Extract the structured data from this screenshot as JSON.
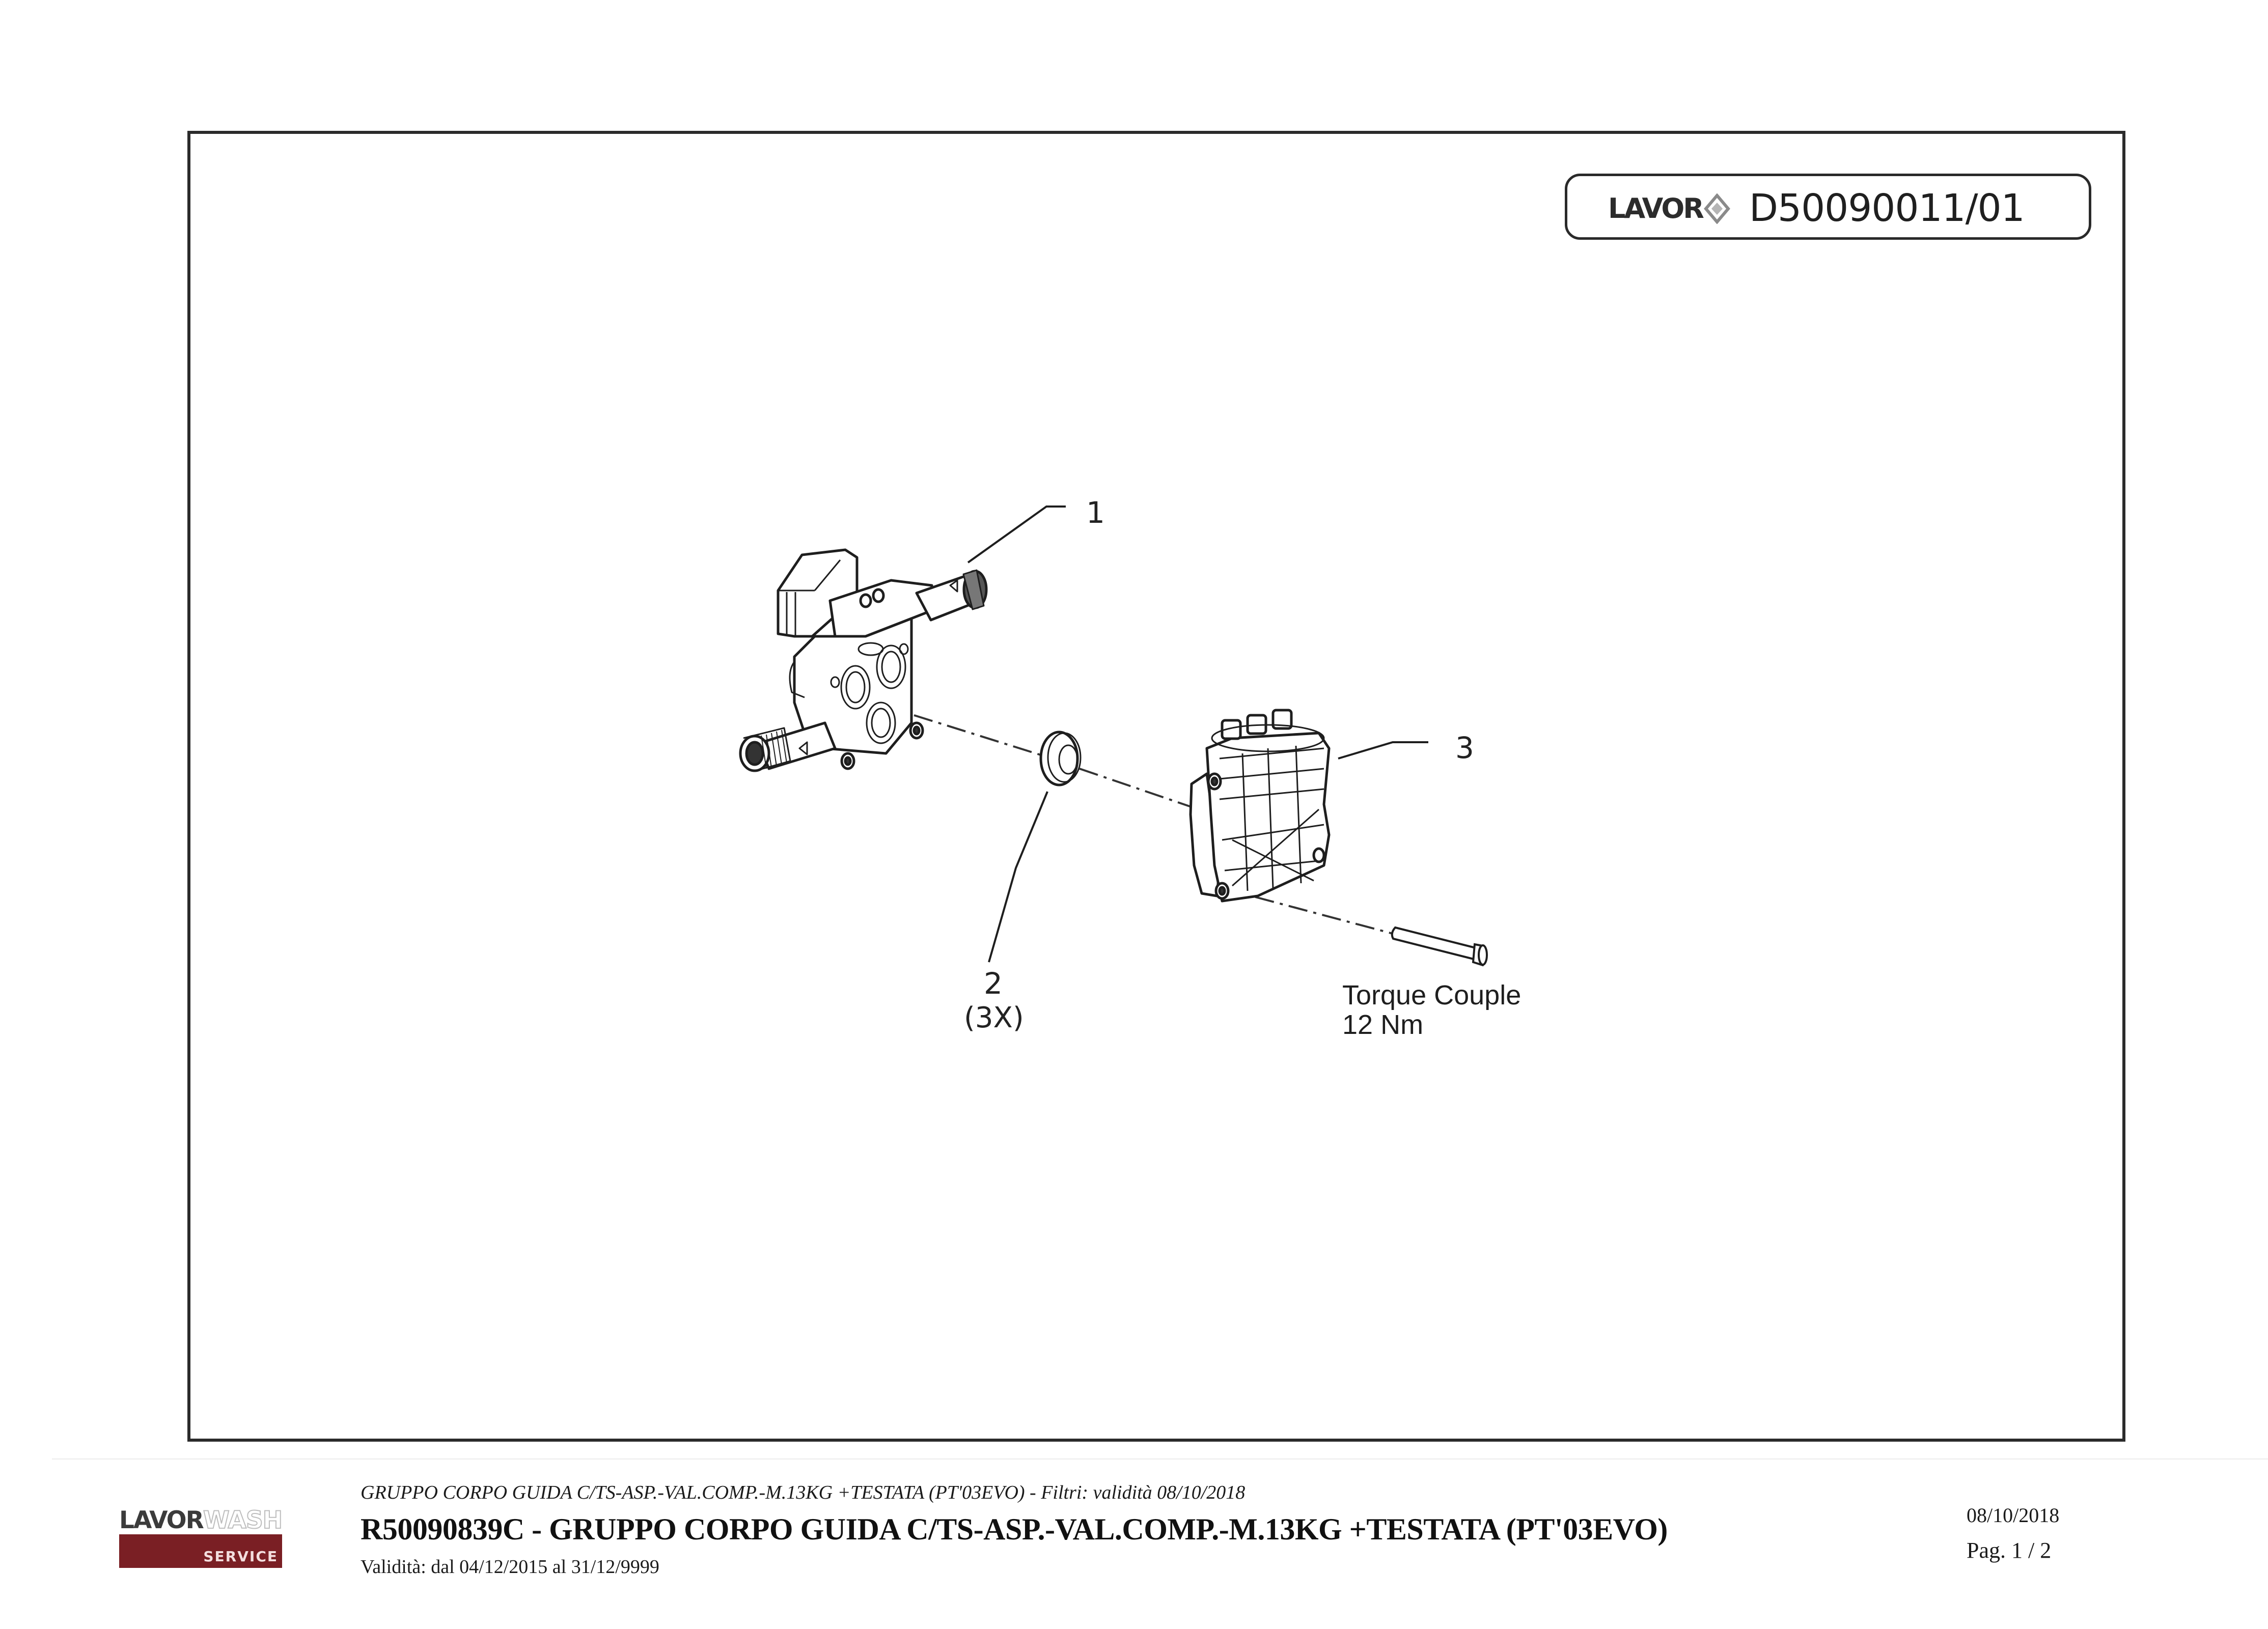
{
  "drawing": {
    "brand": "LAVOR",
    "brand_icon": "diamond-logo-icon",
    "document_code": "D50090011/01"
  },
  "callouts": [
    {
      "number": "1",
      "part": "pump-body-manifold"
    },
    {
      "number": "2",
      "quantity": "(3X)",
      "part": "seal-ring"
    },
    {
      "number": "3",
      "part": "cylinder-head"
    }
  ],
  "note": {
    "line1": "Torque Couple",
    "line2": "12 Nm"
  },
  "footer": {
    "logo": {
      "brand_left": "LAVOR",
      "brand_right": "WASH",
      "bar_label": "SERVICE",
      "bar_color": "#7a1f24"
    },
    "subtitle": "GRUPPO CORPO GUIDA C/TS-ASP.-VAL.COMP.-M.13KG +TESTATA (PT'03EVO) - Filtri: validità 08/10/2018",
    "title": "R50090839C - GRUPPO CORPO GUIDA C/TS-ASP.-VAL.COMP.-M.13KG +TESTATA (PT'03EVO)",
    "validity": "Validità: dal 04/12/2015 al 31/12/9999",
    "date": "08/10/2018",
    "page": "Pag. 1 / 2"
  }
}
